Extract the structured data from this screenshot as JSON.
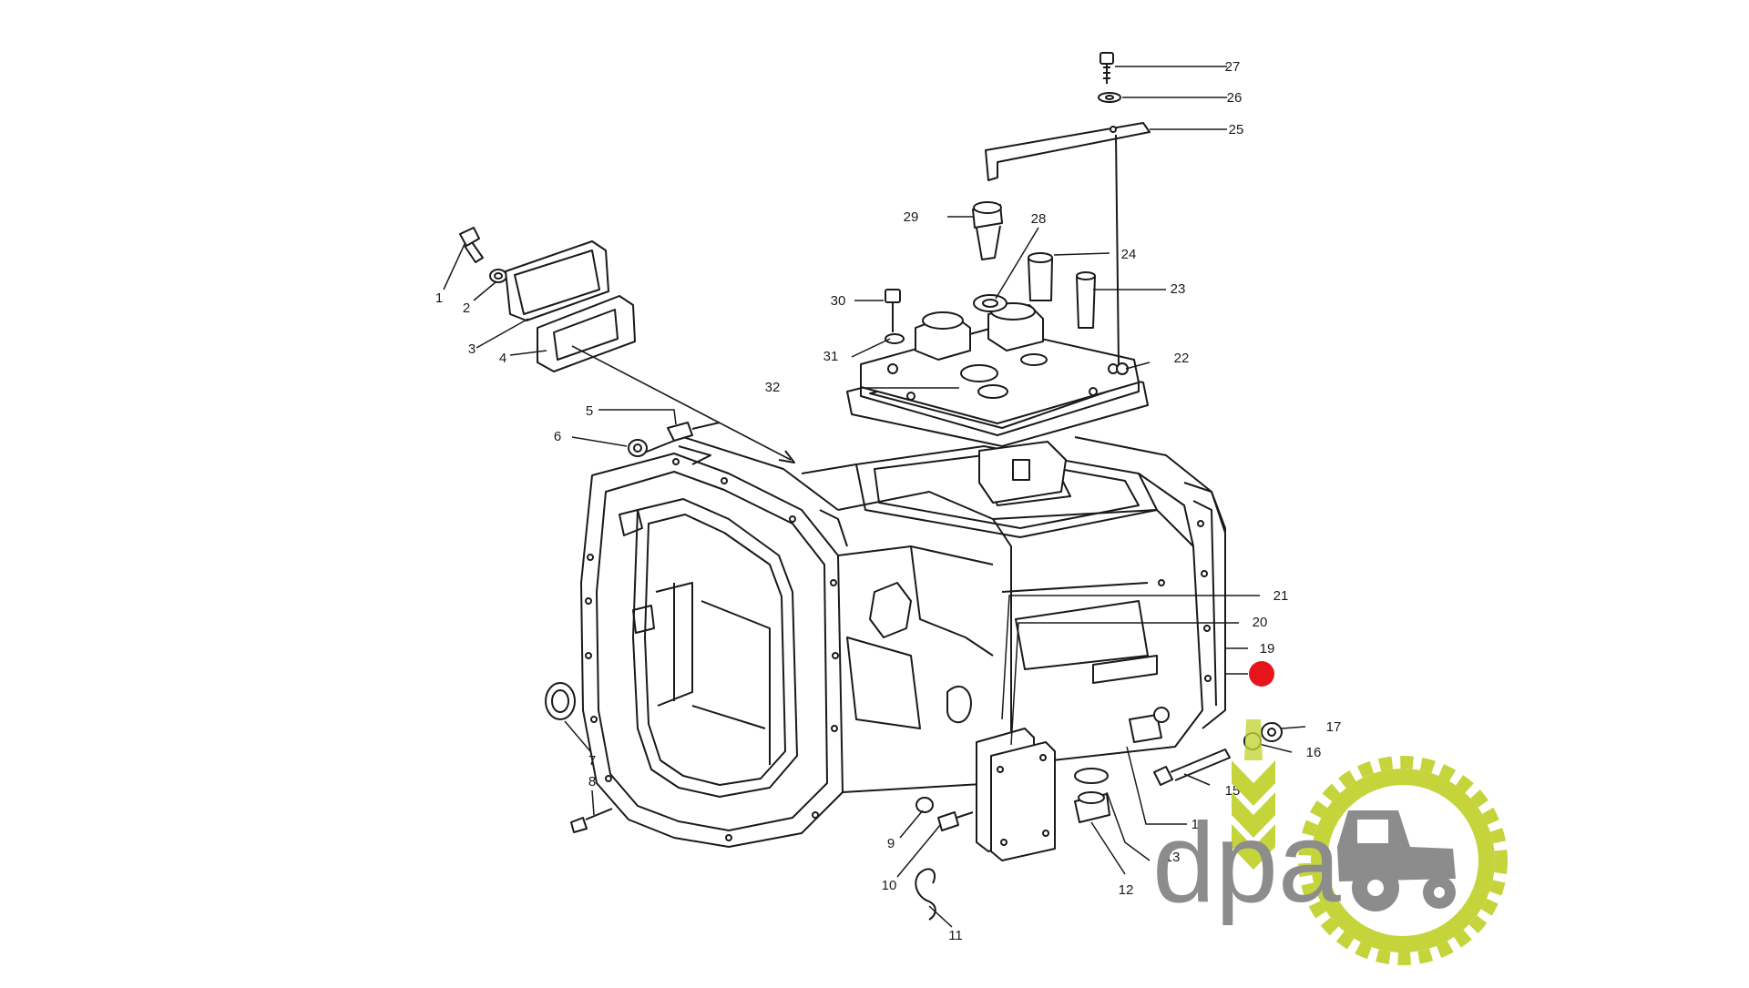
{
  "diagram": {
    "parts": [
      {
        "number": "1"
      },
      {
        "number": "2"
      },
      {
        "number": "3"
      },
      {
        "number": "4"
      },
      {
        "number": "5"
      },
      {
        "number": "6"
      },
      {
        "number": "7"
      },
      {
        "number": "8"
      },
      {
        "number": "9"
      },
      {
        "number": "10"
      },
      {
        "number": "11"
      },
      {
        "number": "12"
      },
      {
        "number": "13"
      },
      {
        "number": "14"
      },
      {
        "number": "15"
      },
      {
        "number": "16"
      },
      {
        "number": "17"
      },
      {
        "number": "19"
      },
      {
        "number": "20"
      },
      {
        "number": "21"
      },
      {
        "number": "22"
      },
      {
        "number": "23"
      },
      {
        "number": "24"
      },
      {
        "number": "25"
      },
      {
        "number": "26"
      },
      {
        "number": "27"
      },
      {
        "number": "28"
      },
      {
        "number": "29"
      },
      {
        "number": "30"
      },
      {
        "number": "31"
      },
      {
        "number": "32"
      }
    ],
    "highlight_color": "#e8141c"
  },
  "logo": {
    "text": "dpa",
    "text_color": "#8c8c8c",
    "accent_color": "#c4d43a"
  }
}
